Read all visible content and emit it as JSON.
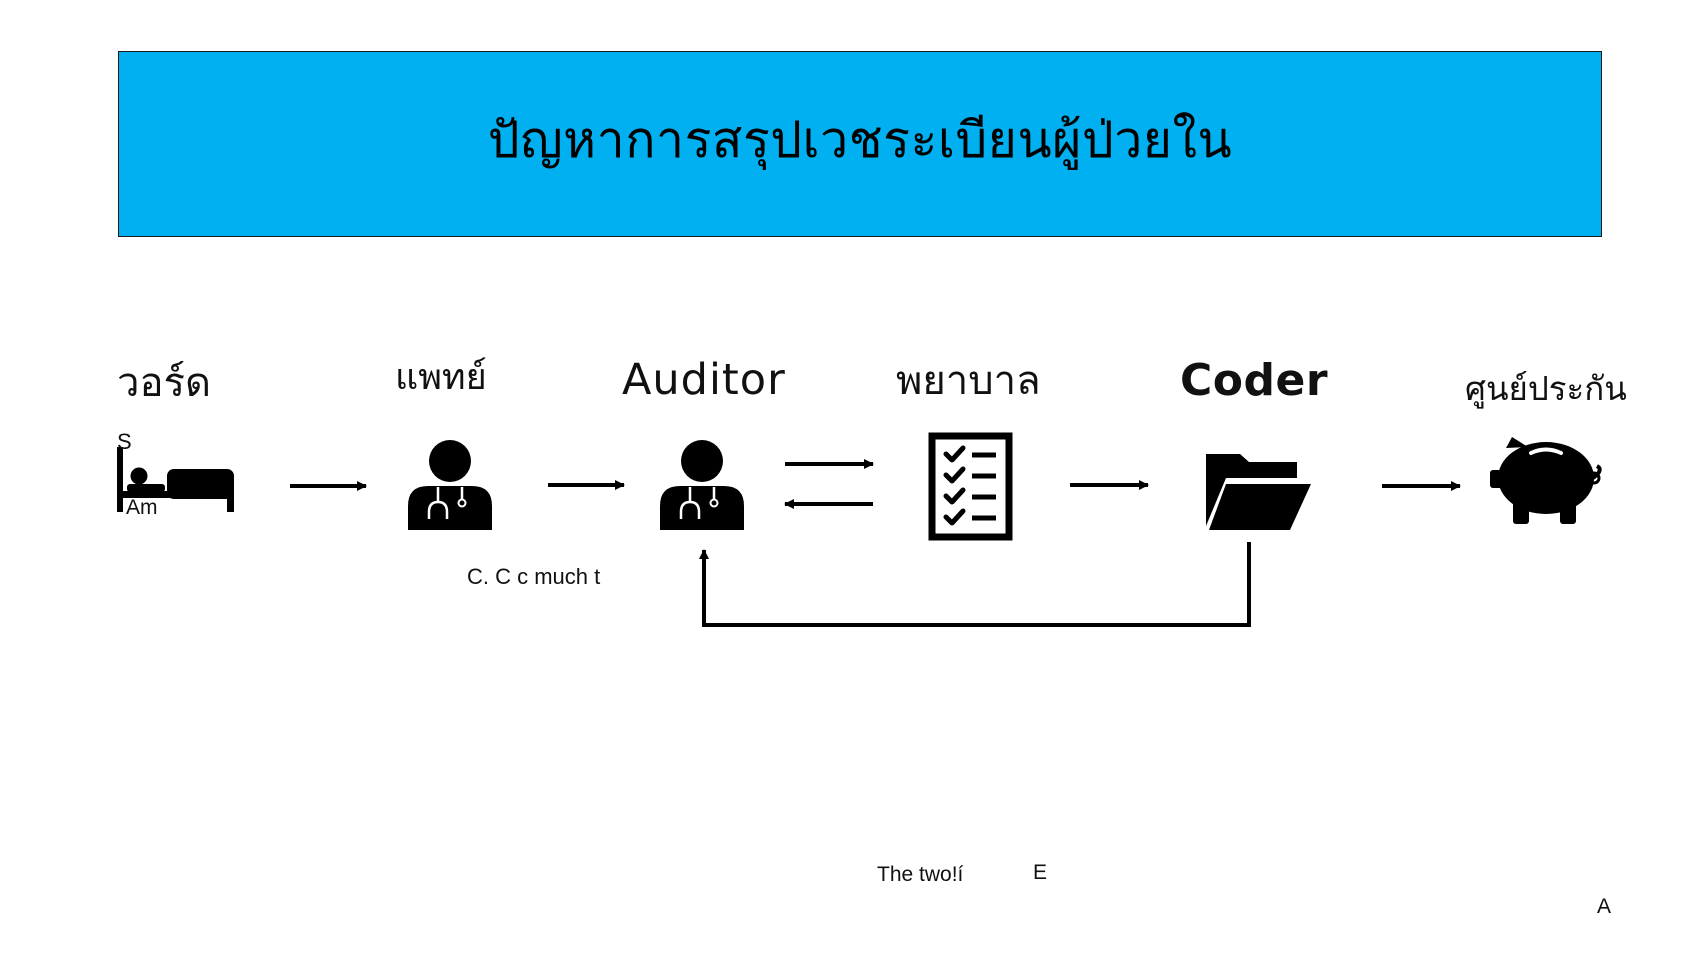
{
  "title": "ปัญหาการสรุปเวชระเบียนผู้ป่วยใน",
  "nodes": {
    "ward": {
      "label": "วอร์ด",
      "icon": "hospital-bed-icon"
    },
    "doctor": {
      "label": "แพทย์",
      "icon": "doctor-icon"
    },
    "auditor": {
      "label": "Auditor",
      "icon": "doctor-icon"
    },
    "nurse": {
      "label": "พยาบาล",
      "icon": "checklist-icon"
    },
    "coder": {
      "label": "Coder",
      "icon": "open-folder-icon"
    },
    "insurance": {
      "label": "ศูนย์ประกัน",
      "icon": "piggy-bank-icon"
    }
  },
  "stray_text": {
    "s": "S",
    "am": "Am",
    "note": "C. C c  much t",
    "footer_a": "The two!í",
    "footer_b": "E",
    "corner": "A"
  },
  "colors": {
    "title_bg": "#00b0f0",
    "ink": "#000000"
  }
}
